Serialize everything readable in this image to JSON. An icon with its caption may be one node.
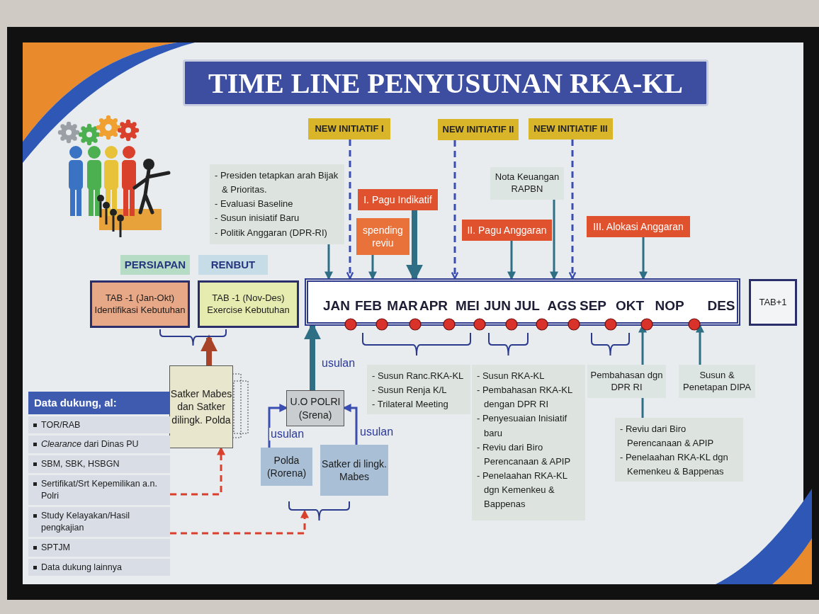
{
  "diagram": {
    "title": "TIME LINE PENYUSUNAN RKA-KL",
    "nodes": [
      {
        "text": [
          "PERSIAPAN"
        ]
      },
      {
        "text": [
          "RENBUT"
        ]
      },
      {
        "text": [
          "TAB -1 (Jan-Okt) Identifikasi Kebutuhan"
        ]
      },
      {
        "text": [
          "TAB -1 (Nov-Des) Exercise Kebutuhan"
        ]
      },
      {
        "text": [
          "JAN",
          "FEB",
          "MAR",
          "APR",
          "MEI",
          "JUN",
          "JUL",
          "AGS",
          "SEP",
          "OKT",
          "NOP",
          "DES"
        ]
      },
      {
        "text": [
          "TAB+1"
        ]
      },
      {
        "text": [
          "NEW INITIATIF I"
        ]
      },
      {
        "text": [
          "NEW INITIATIF II"
        ]
      },
      {
        "text": [
          "NEW INITIATIF III"
        ]
      },
      {
        "text": [
          "- Presiden tetapkan arah Bijak & Prioritas.",
          "- Evaluasi Baseline",
          "- Susun inisiatif Baru",
          "- Politik Anggaran (DPR-RI)"
        ]
      },
      {
        "text": [
          "I. Pagu Indikatif"
        ]
      },
      {
        "text": [
          "spending reviu"
        ]
      },
      {
        "text": [
          "II. Pagu Anggaran"
        ]
      },
      {
        "text": [
          "Nota Keuangan RAPBN"
        ]
      },
      {
        "text": [
          "III. Alokasi Anggaran"
        ]
      },
      {
        "text": [
          "- Susun Ranc.RKA-KL",
          "- Susun Renja K/L",
          "- Trilateral Meeting"
        ]
      },
      {
        "text": [
          "- Susun RKA-KL",
          "- Pembahasan RKA-KL dengan DPR RI",
          "- Penyesuaian Inisiatif baru",
          "- Reviu dari Biro Perencanaan & APIP",
          "- Penelaahan RKA-KL dgn Kemenkeu & Bappenas"
        ]
      },
      {
        "text": [
          "Pembahasan dgn DPR RI"
        ]
      },
      {
        "text": [
          "Susun & Penetapan DIPA"
        ]
      },
      {
        "text": [
          "- Reviu dari Biro Perencanaan & APIP",
          "- Penelaahan RKA-KL dgn Kemenkeu & Bappenas"
        ]
      },
      {
        "text": [
          "Satker Mabes dan Satker dilingk. Polda"
        ]
      },
      {
        "text": [
          "U.O POLRI (Srena)"
        ]
      },
      {
        "text": [
          "Polda (Rorena)"
        ]
      },
      {
        "text": [
          "Satker di lingk. Mabes"
        ]
      },
      {
        "text": [
          "Data dukung, al:",
          "TOR/RAB",
          "*Clearance* dari Dinas PU",
          "SBM, SBK, HSBGN",
          "Sertifikat/Srt Kepemilikan a.n. Polri",
          "Study Kelayakan/Hasil pengkajian",
          "SPTJM",
          "Data dukung lainnya"
        ]
      },
      {
        "text": [],
        "shape": "bracket"
      },
      {
        "text": [],
        "shape": "bracket"
      }
    ],
    "edges": [
      {
        "from": 9,
        "to": 4,
        "arrow": "to"
      },
      {
        "from": 6,
        "to": 4,
        "arrow": "to",
        "style": "dashed",
        "color": "#3a4db0"
      },
      {
        "from": 11,
        "to": 4,
        "arrow": "to"
      },
      {
        "from": 10,
        "to": 4,
        "arrow": "to",
        "style": "thick"
      },
      {
        "from": 7,
        "to": 4,
        "arrow": "to",
        "style": "dashed",
        "color": "#3a4db0"
      },
      {
        "from": 12,
        "to": 4,
        "arrow": "to"
      },
      {
        "from": 13,
        "to": 4,
        "arrow": "to"
      },
      {
        "from": 8,
        "to": 4,
        "arrow": "to",
        "style": "dashed",
        "color": "#3a4db0"
      },
      {
        "from": 14,
        "to": 4,
        "arrow": "to"
      },
      {
        "from": 17,
        "to": 4,
        "arrow": "to"
      },
      {
        "from": 19,
        "to": 17,
        "arrow": "none"
      },
      {
        "from": 18,
        "to": 4,
        "arrow": "to"
      },
      {
        "from": 21,
        "to": 4,
        "arrow": "to",
        "label": "usulan",
        "style": "thick"
      },
      {
        "from": 22,
        "to": 21,
        "arrow": "to",
        "label": "usulan",
        "color": "#3a4db0"
      },
      {
        "from": 23,
        "to": 21,
        "arrow": "to",
        "label": "usulan",
        "color": "#3a4db0"
      },
      {
        "from": 20,
        "to": 25,
        "arrow": "to",
        "style": "thick",
        "color": "#a8432a"
      },
      {
        "from": 24,
        "to": 20,
        "arrow": "to",
        "style": "dashed",
        "color": "#d9402c"
      },
      {
        "from": 24,
        "to": 26,
        "arrow": "to",
        "style": "dashed",
        "color": "#d9402c"
      }
    ]
  }
}
